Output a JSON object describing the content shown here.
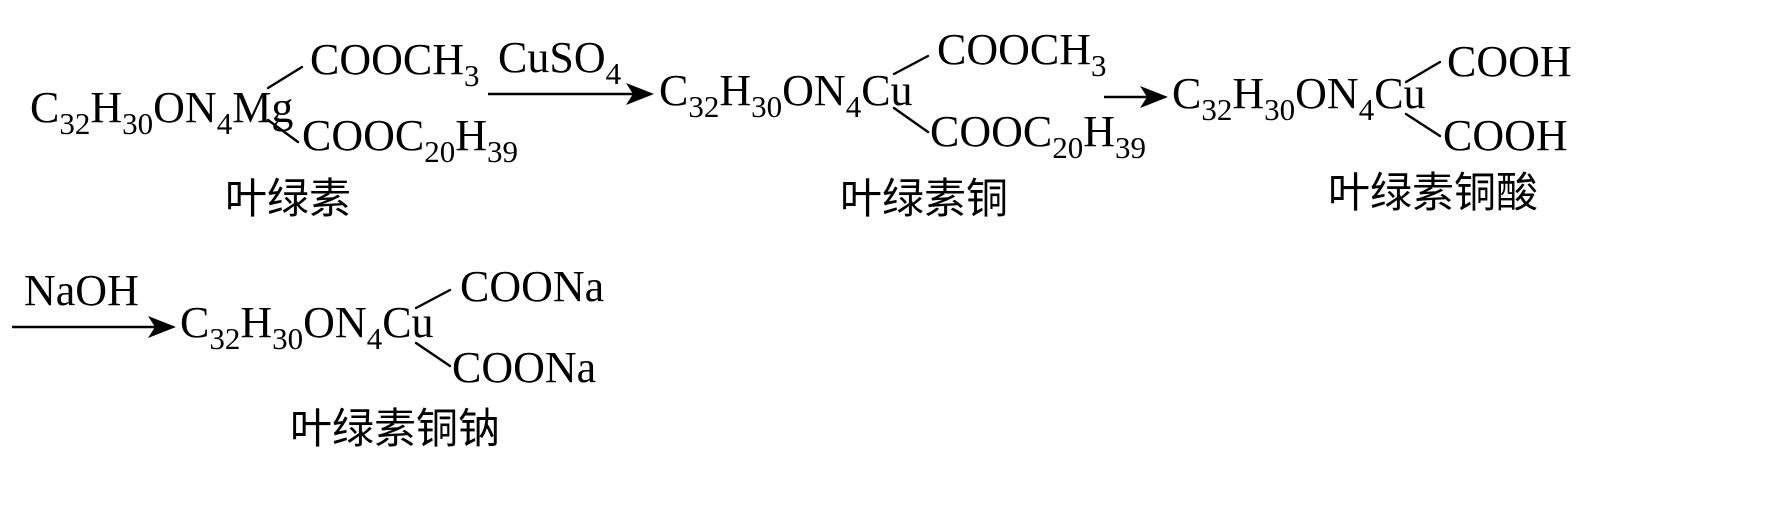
{
  "reaction": {
    "step1_reagent": "CuSO",
    "step1_reagent_sub": "4",
    "step3_reagent": "NaOH"
  },
  "chlorophyll": {
    "core_c": "C",
    "core_c_sub": "32",
    "core_h": "H",
    "core_h_sub": "30",
    "core_on": "ON",
    "core_n_sub": "4",
    "metal": "Mg",
    "top_group": "COOCH",
    "top_group_sub": "3",
    "bottom_group": "COOC",
    "bottom_c_sub": "20",
    "bottom_h": "H",
    "bottom_h_sub": "39",
    "name": "叶绿素"
  },
  "copper_chlorophyll": {
    "core_c": "C",
    "core_c_sub": "32",
    "core_h": "H",
    "core_h_sub": "30",
    "core_on": "ON",
    "core_n_sub": "4",
    "metal": "Cu",
    "top_group": "COOCH",
    "top_group_sub": "3",
    "bottom_group": "COOC",
    "bottom_c_sub": "20",
    "bottom_h": "H",
    "bottom_h_sub": "39",
    "name": "叶绿素铜"
  },
  "copper_chlorophyllin_acid": {
    "core_c": "C",
    "core_c_sub": "32",
    "core_h": "H",
    "core_h_sub": "30",
    "core_on": "ON",
    "core_n_sub": "4",
    "metal": "Cu",
    "top_group": "COOH",
    "bottom_group": "COOH",
    "name": "叶绿素铜酸"
  },
  "sodium_copper_chlorophyllin": {
    "core_c": "C",
    "core_c_sub": "32",
    "core_h": "H",
    "core_h_sub": "30",
    "core_on": "ON",
    "core_n_sub": "4",
    "metal": "Cu",
    "top_group": "COONa",
    "bottom_group": "COONa",
    "name": "叶绿素铜钠"
  }
}
